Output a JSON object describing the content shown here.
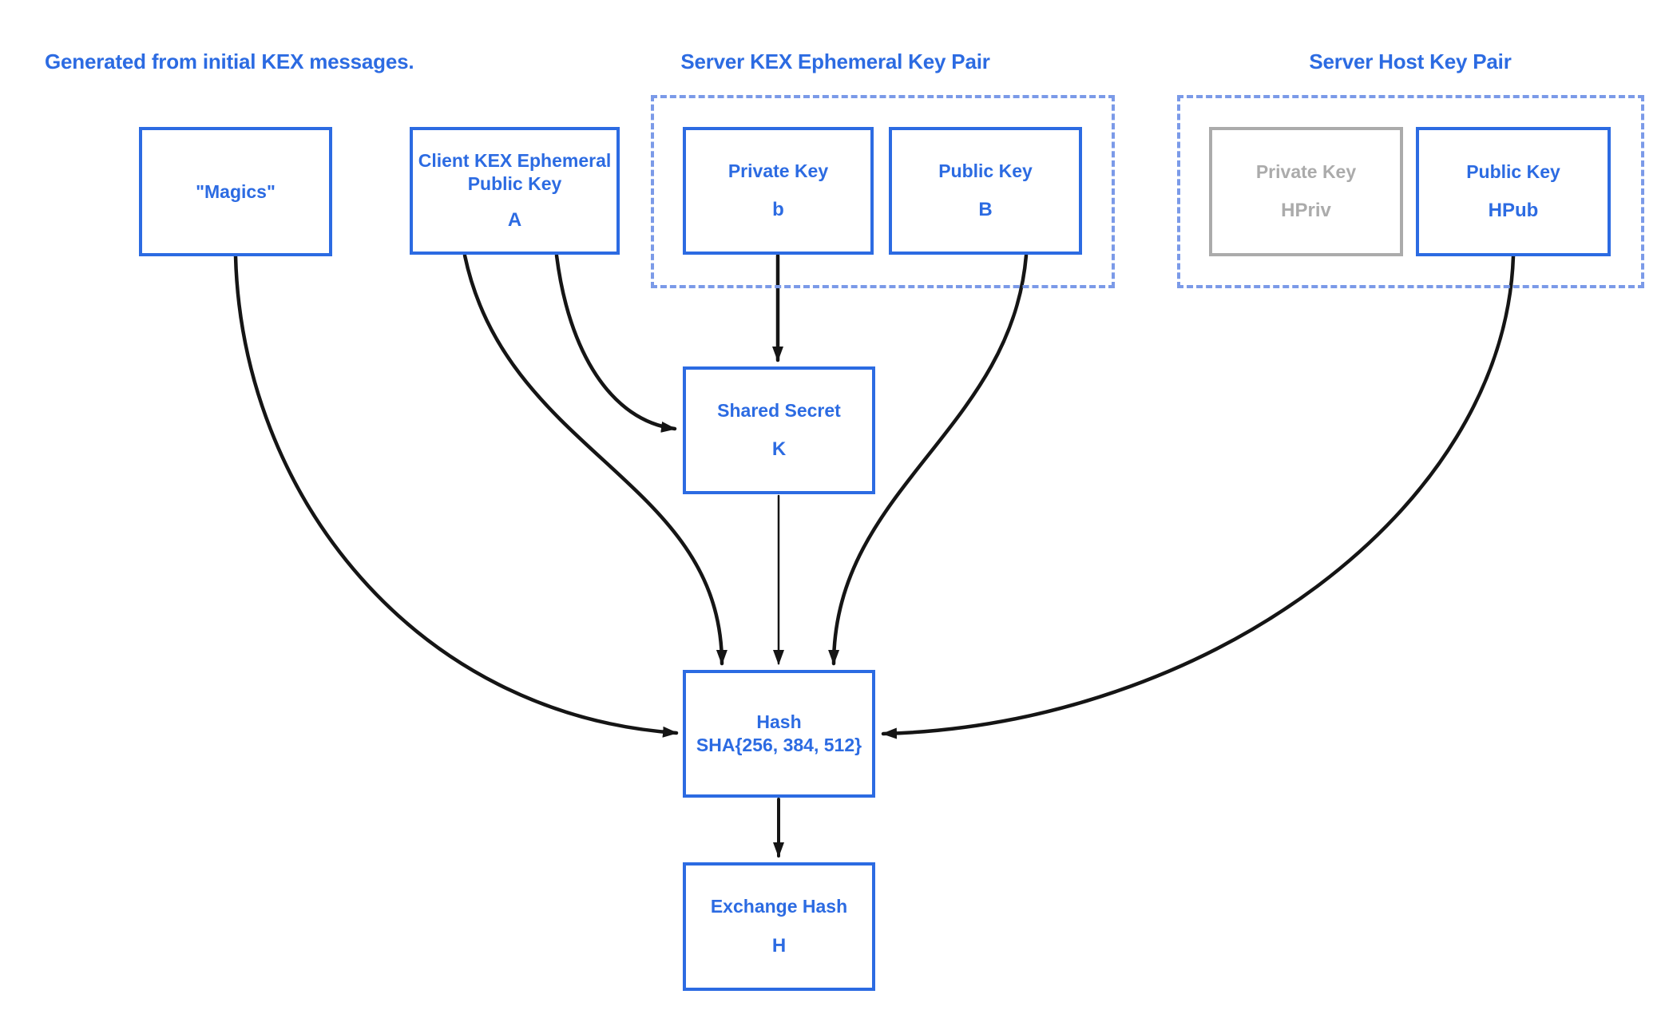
{
  "colors": {
    "primary": "#2c6be2",
    "group_border": "#7b9ae8",
    "muted": "#ababab",
    "arrow": "#151515",
    "background": "#ffffff"
  },
  "annotations": {
    "kex_note": "Generated from initial KEX messages."
  },
  "groups": {
    "server_kex": {
      "title": "Server KEX Ephemeral Key Pair",
      "children": [
        "server_private",
        "server_public"
      ]
    },
    "server_host": {
      "title": "Server Host Key Pair",
      "children": [
        "host_private",
        "host_public"
      ]
    }
  },
  "nodes": {
    "magics": {
      "lines": [
        "\"Magics\""
      ]
    },
    "client_kex": {
      "lines": [
        "Client KEX Ephemeral",
        "Public Key"
      ],
      "value": "A"
    },
    "server_private": {
      "lines": [
        "Private Key"
      ],
      "value": "b"
    },
    "server_public": {
      "lines": [
        "Public Key"
      ],
      "value": "B"
    },
    "host_private": {
      "lines": [
        "Private Key"
      ],
      "value": "HPriv"
    },
    "host_public": {
      "lines": [
        "Public Key"
      ],
      "value": "HPub"
    },
    "shared_secret": {
      "lines": [
        "Shared Secret"
      ],
      "value": "K"
    },
    "hash": {
      "lines": [
        "Hash",
        "SHA{256, 384, 512}"
      ]
    },
    "exchange_hash": {
      "lines": [
        "Exchange Hash"
      ],
      "value": "H"
    }
  },
  "edges": [
    {
      "from": "magics",
      "to": "hash",
      "enters": "left"
    },
    {
      "from": "client_kex",
      "to": "hash",
      "enters": "top"
    },
    {
      "from": "client_kex",
      "to": "shared_secret",
      "enters": "left"
    },
    {
      "from": "server_private",
      "to": "shared_secret",
      "enters": "top"
    },
    {
      "from": "server_public",
      "to": "hash",
      "enters": "top"
    },
    {
      "from": "shared_secret",
      "to": "hash",
      "enters": "top"
    },
    {
      "from": "host_public",
      "to": "hash",
      "enters": "right"
    },
    {
      "from": "hash",
      "to": "exchange_hash",
      "enters": "top"
    }
  ]
}
